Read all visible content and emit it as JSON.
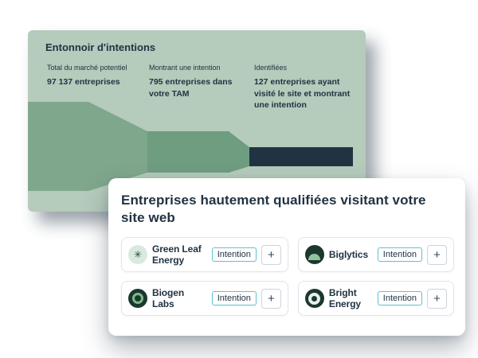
{
  "funnel_card": {
    "title": "Entonnoir d'intentions",
    "columns": [
      {
        "label": "Total du marché potentiel",
        "value": "97 137 entreprises"
      },
      {
        "label": "Montrant une intention",
        "value": "795 entreprises dans votre TAM"
      },
      {
        "label": "Identifiées",
        "value": "127 entreprises ayant visité le site et montrant une intention"
      }
    ]
  },
  "companies_card": {
    "title": "Entreprises hautement qualifiées visitant votre site web",
    "badge_label": "Intention",
    "add_button_label": "+",
    "companies": [
      {
        "name": "Green Leaf Energy",
        "icon": "asterisk-flower-icon",
        "icon_glyph": "✳"
      },
      {
        "name": "Biglytics",
        "icon": "leaf-icon"
      },
      {
        "name": "Biogen Labs",
        "icon": "sprout-ring-icon"
      },
      {
        "name": "Bright Energy",
        "icon": "ring-icon"
      }
    ]
  },
  "colors": {
    "funnel_card_bg": "#b5cbbb",
    "funnel_stage1": "#7fa78c",
    "funnel_stage2": "#6f9d80",
    "funnel_stage3_bar": "#213343",
    "intention_badge_border": "#5bc2d2",
    "text_dark": "#213343"
  }
}
